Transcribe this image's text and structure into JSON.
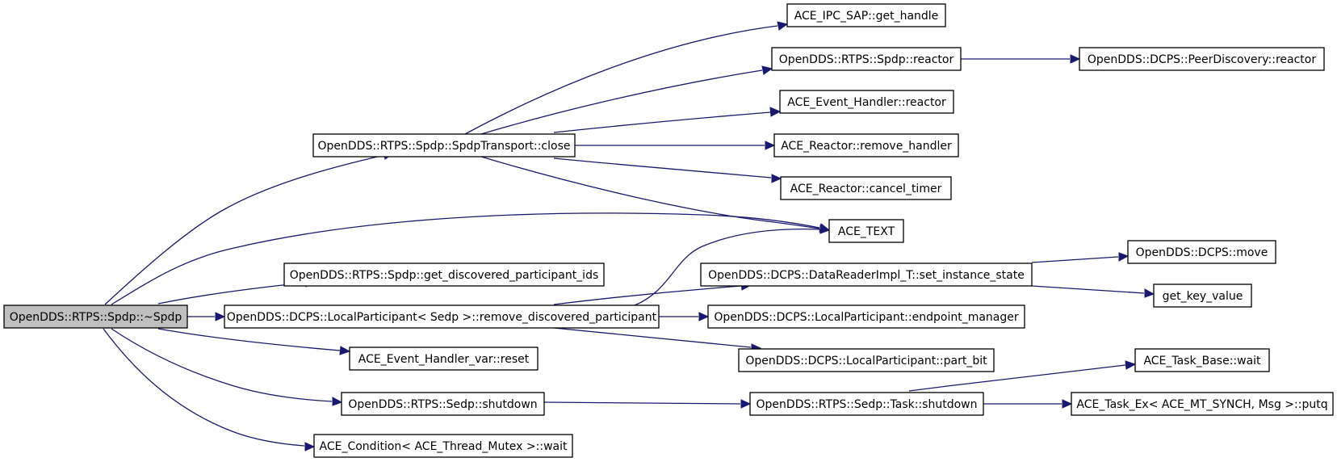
{
  "nodes": {
    "spdp_dtor": "OpenDDS::RTPS::Spdp::~Spdp",
    "transport_close": "OpenDDS::RTPS::Spdp::SpdpTransport::close",
    "get_discovered_ids": "OpenDDS::RTPS::Spdp::get_discovered_participant_ids",
    "remove_discovered": "OpenDDS::DCPS::LocalParticipant< Sedp >::remove_discovered_participant",
    "handler_var_reset": "ACE_Event_Handler_var::reset",
    "sedp_shutdown": "OpenDDS::RTPS::Sedp::shutdown",
    "condition_wait": "ACE_Condition< ACE_Thread_Mutex >::wait",
    "ipc_get_handle": "ACE_IPC_SAP::get_handle",
    "spdp_reactor": "OpenDDS::RTPS::Spdp::reactor",
    "event_handler_reactor": "ACE_Event_Handler::reactor",
    "remove_handler": "ACE_Reactor::remove_handler",
    "cancel_timer": "ACE_Reactor::cancel_timer",
    "ace_text": "ACE_TEXT",
    "set_instance_state": "OpenDDS::DCPS::DataReaderImpl_T::set_instance_state",
    "endpoint_manager": "OpenDDS::DCPS::LocalParticipant::endpoint_manager",
    "part_bit": "OpenDDS::DCPS::LocalParticipant::part_bit",
    "task_shutdown": "OpenDDS::RTPS::Sedp::Task::shutdown",
    "peer_reactor": "OpenDDS::DCPS::PeerDiscovery::reactor",
    "dcps_move": "OpenDDS::DCPS::move",
    "get_key_value": "get_key_value",
    "task_base_wait": "ACE_Task_Base::wait",
    "task_ex_putq": "ACE_Task_Ex< ACE_MT_SYNCH, Msg >::putq"
  },
  "edges": [
    [
      "spdp_dtor",
      "transport_close"
    ],
    [
      "spdp_dtor",
      "ace_text"
    ],
    [
      "spdp_dtor",
      "get_discovered_ids"
    ],
    [
      "spdp_dtor",
      "remove_discovered"
    ],
    [
      "spdp_dtor",
      "handler_var_reset"
    ],
    [
      "spdp_dtor",
      "sedp_shutdown"
    ],
    [
      "spdp_dtor",
      "condition_wait"
    ],
    [
      "transport_close",
      "ipc_get_handle"
    ],
    [
      "transport_close",
      "spdp_reactor"
    ],
    [
      "transport_close",
      "event_handler_reactor"
    ],
    [
      "transport_close",
      "remove_handler"
    ],
    [
      "transport_close",
      "cancel_timer"
    ],
    [
      "transport_close",
      "ace_text"
    ],
    [
      "spdp_reactor",
      "peer_reactor"
    ],
    [
      "remove_discovered",
      "ace_text"
    ],
    [
      "remove_discovered",
      "set_instance_state"
    ],
    [
      "remove_discovered",
      "endpoint_manager"
    ],
    [
      "remove_discovered",
      "part_bit"
    ],
    [
      "set_instance_state",
      "dcps_move"
    ],
    [
      "set_instance_state",
      "get_key_value"
    ],
    [
      "sedp_shutdown",
      "task_shutdown"
    ],
    [
      "task_shutdown",
      "task_base_wait"
    ],
    [
      "task_shutdown",
      "task_ex_putq"
    ]
  ],
  "colors": {
    "edge": "#191970",
    "root_fill": "#bfbfbf",
    "node_fill": "#ffffff",
    "node_border": "#000000"
  }
}
